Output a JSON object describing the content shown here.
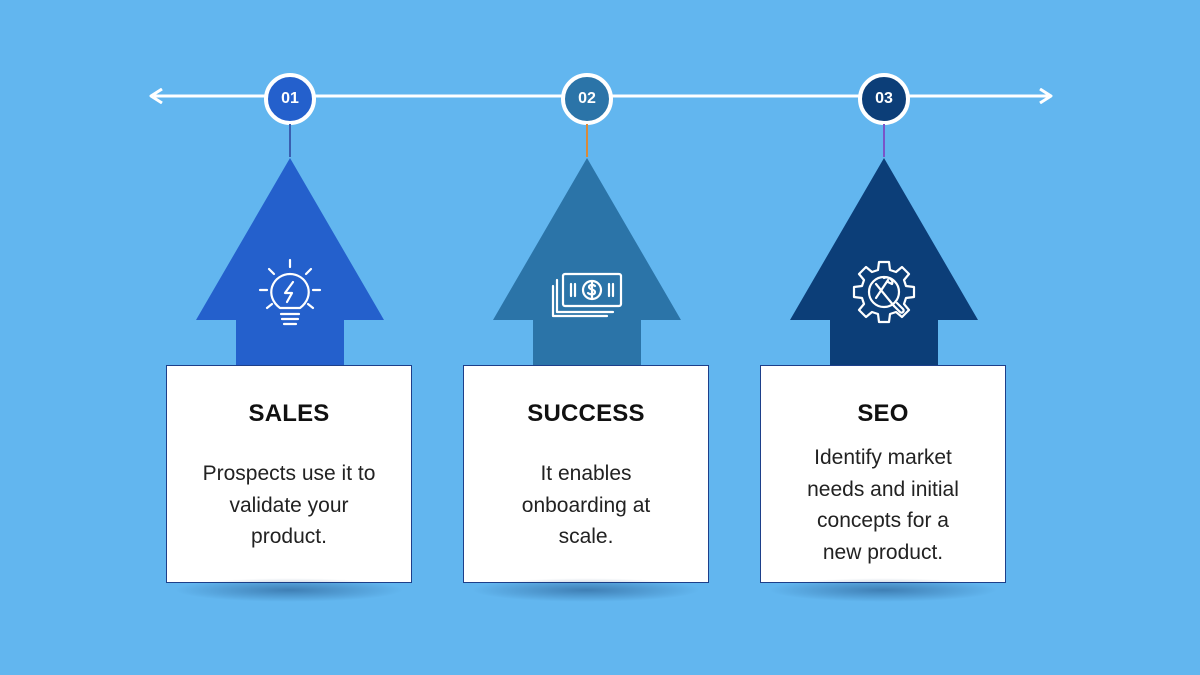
{
  "colors": {
    "background": "#62b6ef",
    "step1": "#2460cc",
    "step2": "#2b74a8",
    "step3": "#0c3e78",
    "connector1": "#3a5fb0",
    "connector2": "#d98a3a",
    "connector3": "#7a55c8"
  },
  "steps": [
    {
      "number": "01",
      "icon": "lightbulb-icon",
      "title": "SALES",
      "description": "Prospects use it to validate your product."
    },
    {
      "number": "02",
      "icon": "money-bills-icon",
      "title": "SUCCESS",
      "description": "It enables onboarding at scale."
    },
    {
      "number": "03",
      "icon": "gear-tools-icon",
      "title": "SEO",
      "description": "Identify market needs and initial concepts for a new product."
    }
  ]
}
